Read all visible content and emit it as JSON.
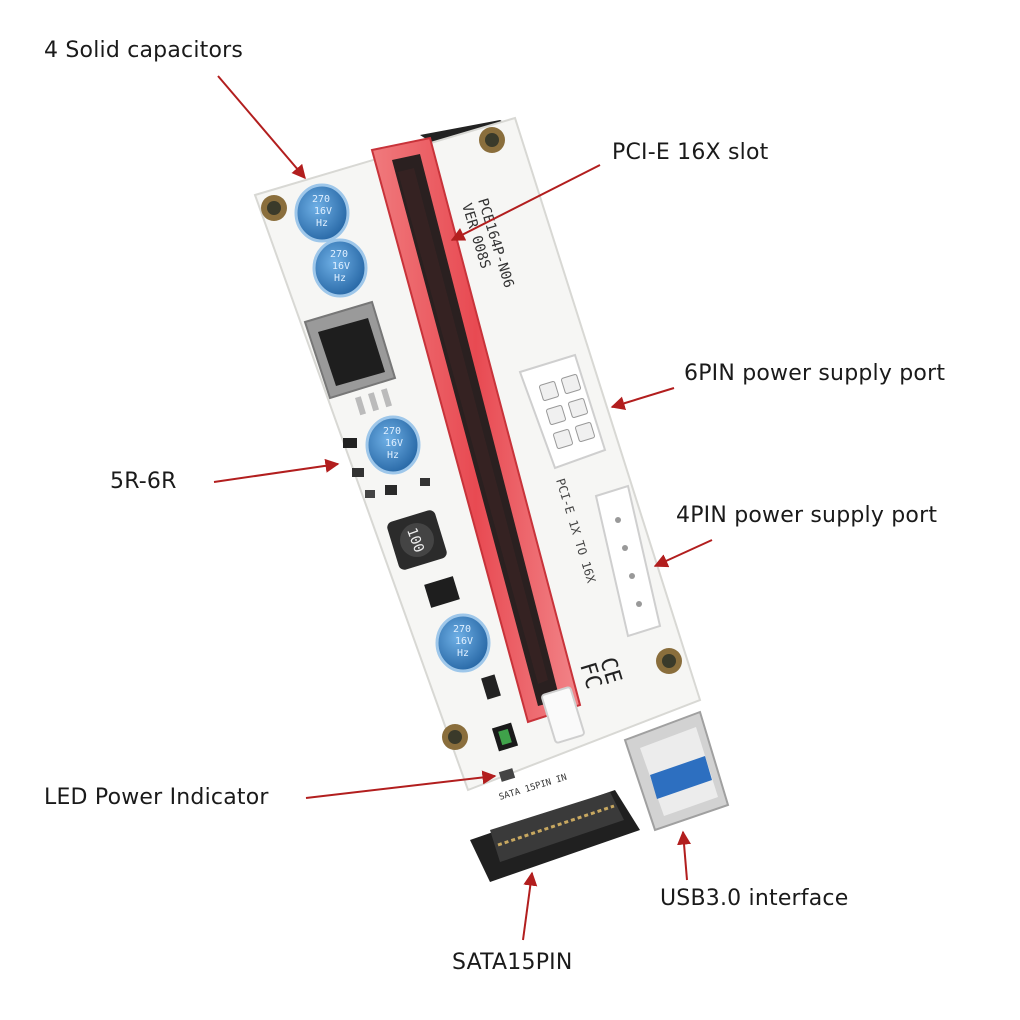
{
  "callouts": {
    "solid_capacitors": "4 Solid capacitors",
    "pcie_slot": "PCI-E 16X slot",
    "six_pin": "6PIN power supply port",
    "four_pin": "4PIN power supply port",
    "resistor": "5R-6R",
    "led_indicator": "LED Power Indicator",
    "usb": "USB3.0 interface",
    "sata": "SATA15PIN"
  },
  "board_print": {
    "model": "PCE164P-N06",
    "version": "VER 008S",
    "pcie_text": "PCI-E 1X TO 16X",
    "inductor": "100",
    "capacitor_top": "270",
    "capacitor_mid": "16V",
    "capacitor_bot": "Hz",
    "sata_text": "SATA 15PIN IN",
    "ce_mark": "CE",
    "fc_mark": "FC"
  },
  "colors": {
    "arrow": "#b21e1e",
    "slot": "#ee5a5e",
    "board": "#f6f6f4",
    "capacitor": "#2f7fc4"
  }
}
